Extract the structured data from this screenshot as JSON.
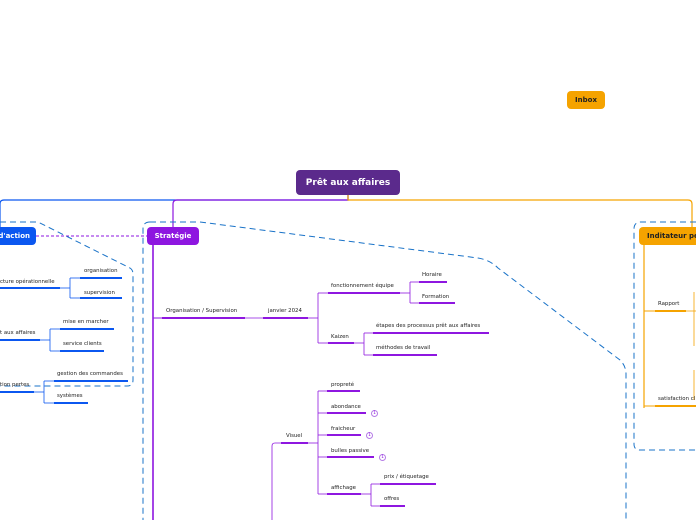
{
  "root": {
    "label": "Prêt aux affaires"
  },
  "floating": {
    "inbox": "Inbox"
  },
  "topics": {
    "left": "d'action",
    "middle": "Stratégie",
    "right": "Inditateur pe"
  },
  "left_branch": {
    "nodes": [
      {
        "label": "cture opérationnelle",
        "children": [
          "organisation",
          "supervision"
        ]
      },
      {
        "label": "t aux affaires",
        "children": [
          "mise en marcher",
          "service clients"
        ]
      },
      {
        "label": "tion pertes",
        "children": [
          "gestion des commandes",
          "systèmes"
        ]
      }
    ]
  },
  "middle_branch": {
    "org": "Organisation / Supervision",
    "period": "janvier 2024",
    "fonctionnement": "fonctionnement équipe",
    "fonctionnement_children": [
      "Horaire",
      "Formation"
    ],
    "kaizen": "Kaizen",
    "kaizen_children": [
      "étapes des processus prêt aux affaires",
      "méthodes de travail"
    ],
    "visuel": "Visuel",
    "visuel_children": [
      "propreté",
      "abondance",
      "fraicheur",
      "bulles passive",
      "affichage"
    ],
    "badge": "1",
    "affichage_children": [
      "prix / étiquetage",
      "offres"
    ]
  },
  "right_branch": {
    "nodes": [
      "Rapport",
      "satisfaction cl"
    ]
  },
  "colors": {
    "root": "#5b2a8c",
    "blue": "#0b57f0",
    "purple": "#8e16e0",
    "orange": "#f5a300",
    "dashed_boundary": "#1a73c8"
  }
}
